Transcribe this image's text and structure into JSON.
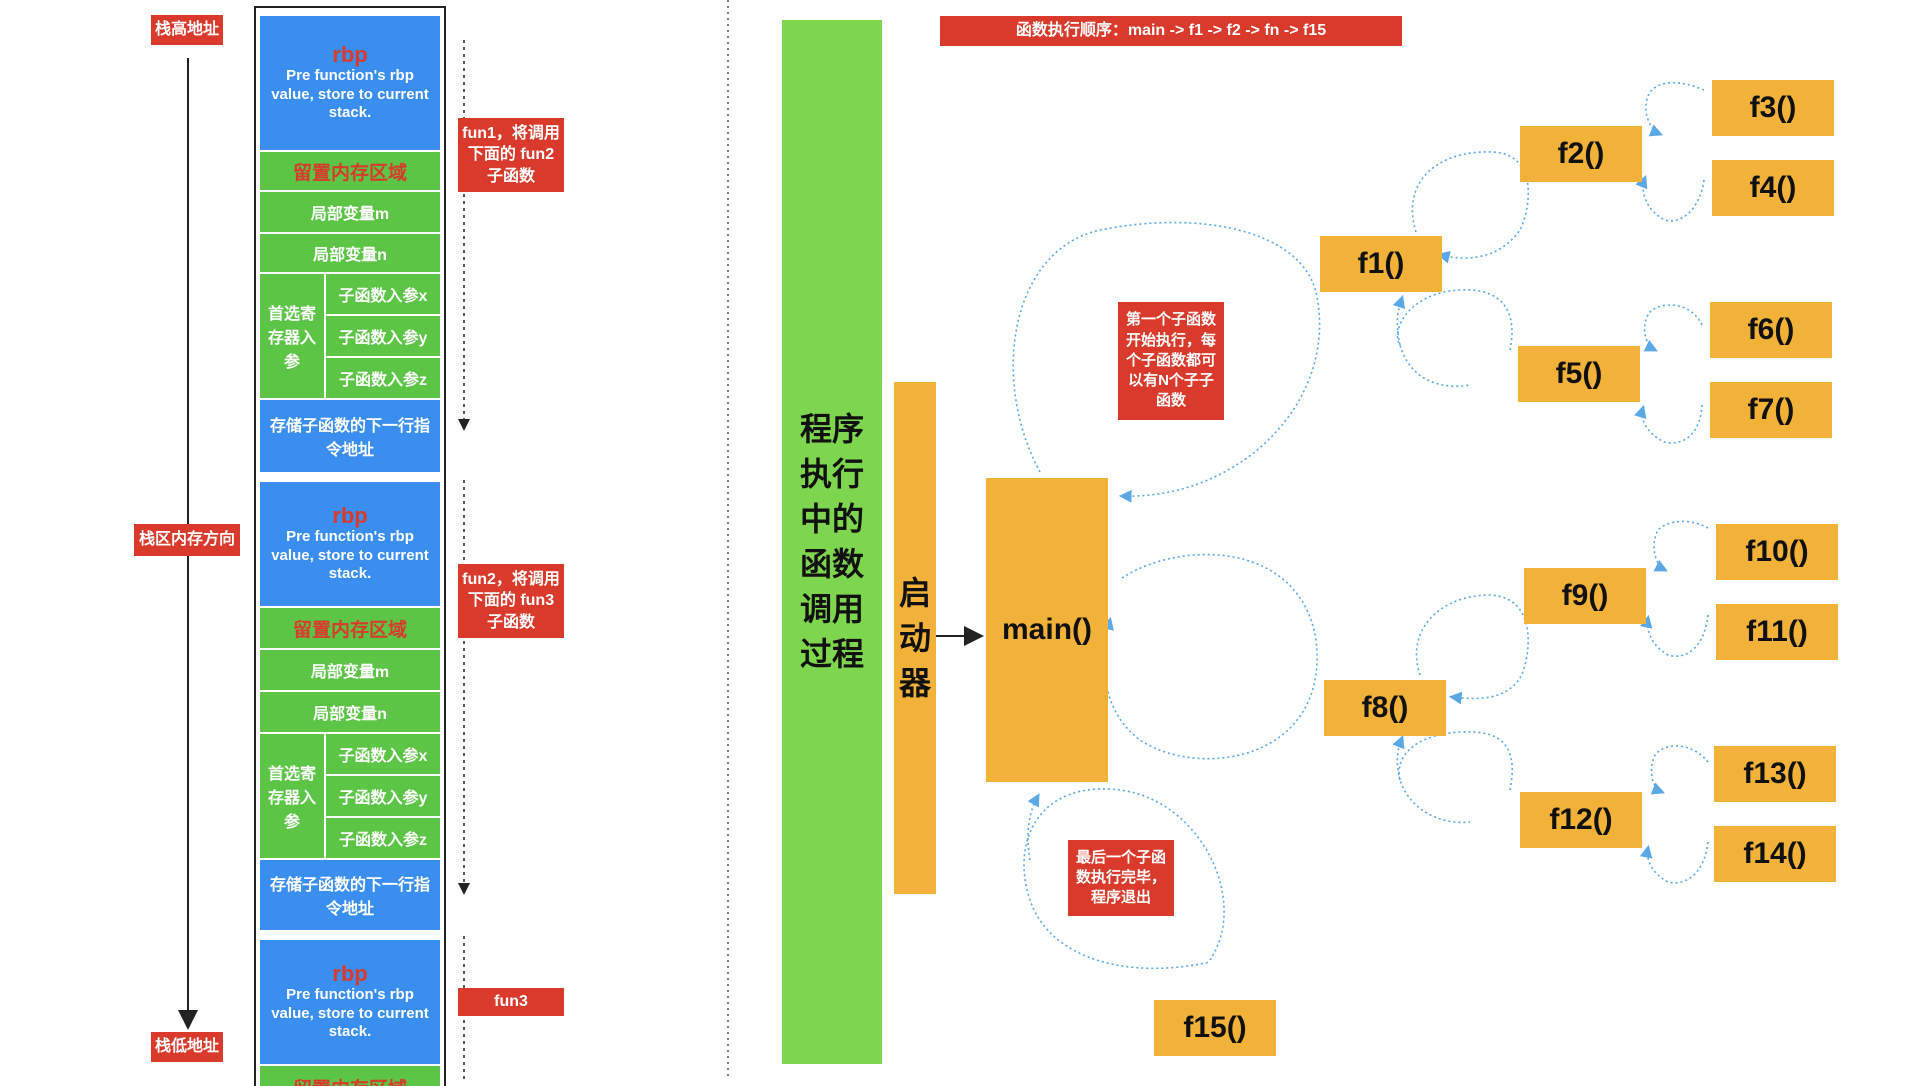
{
  "left": {
    "top_label": "栈高地址",
    "middle_label": "栈区内存方向",
    "bottom_label": "栈低地址",
    "frames": [
      {
        "rbp_title": "rbp",
        "rbp_desc": "Pre function's rbp value, store to current stack.",
        "reserve": "留置内存区域",
        "var_m": "局部变量m",
        "var_n": "局部变量n",
        "reg_label": "首选寄存器入参",
        "param_x": "子函数入参x",
        "param_y": "子函数入参y",
        "param_z": "子函数入参z",
        "next_addr": "存储子函数的下一行指令地址"
      },
      {
        "rbp_title": "rbp",
        "rbp_desc": "Pre function's rbp value, store to current stack.",
        "reserve": "留置内存区域",
        "var_m": "局部变量m",
        "var_n": "局部变量n",
        "reg_label": "首选寄存器入参",
        "param_x": "子函数入参x",
        "param_y": "子函数入参y",
        "param_z": "子函数入参z",
        "next_addr": "存储子函数的下一行指令地址"
      },
      {
        "rbp_title": "rbp",
        "rbp_desc": "Pre function's rbp value, store to current stack.",
        "reserve": "留置内存区域"
      }
    ],
    "notes": [
      "fun1，将调用下面的 fun2 子函数",
      "fun2，将调用下面的 fun3 子函数",
      "fun3"
    ]
  },
  "right": {
    "order_banner": "函数执行顺序：main -> f1 -> f2 -> fn -> f15",
    "process_title": "程序执行中的函数调用过程",
    "launcher": "启动器",
    "main": "main()",
    "note_first": "第一个子函数开始执行，每个子函数都可以有N个子子函数",
    "note_last": "最后一个子函数执行完毕，程序退出",
    "functions": [
      "f1()",
      "f2()",
      "f3()",
      "f4()",
      "f5()",
      "f6()",
      "f7()",
      "f8()",
      "f9()",
      "f10()",
      "f11()",
      "f12()",
      "f13()",
      "f14()",
      "f15()"
    ]
  },
  "colors": {
    "red": "#d93a2b",
    "blue": "#3a8ef0",
    "green": "#5cc545",
    "orange": "#f2b23a",
    "light_green": "#7ed64e",
    "dotted": "#5aa9e6"
  }
}
